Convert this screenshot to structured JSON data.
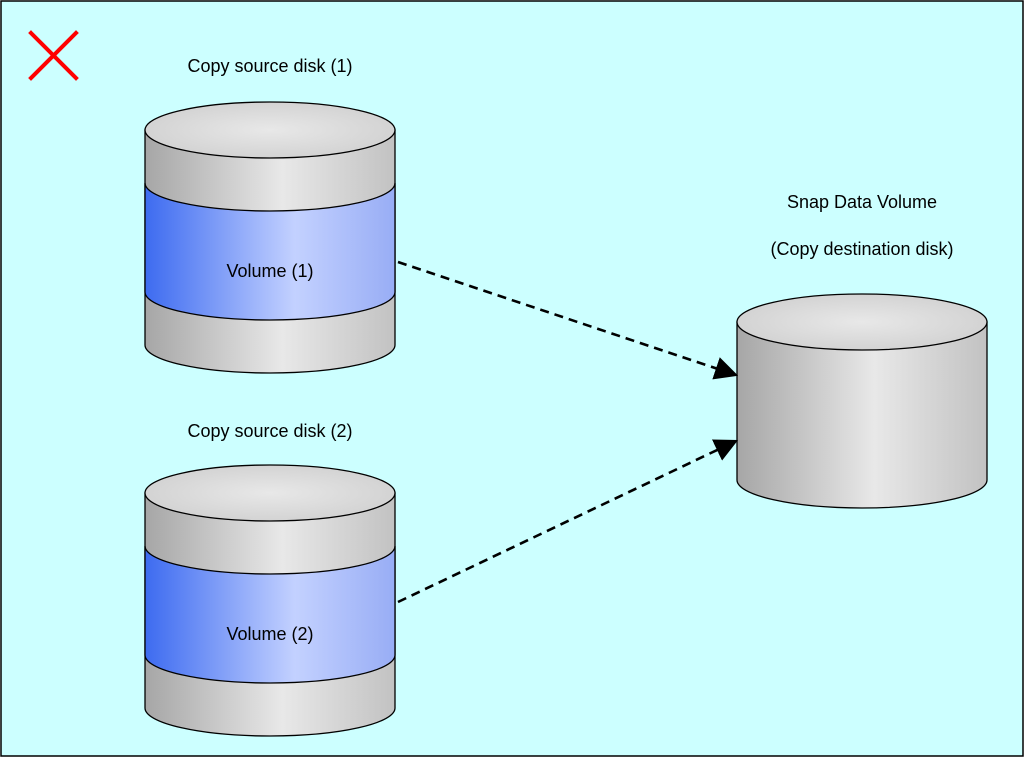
{
  "colors": {
    "background": "#ccffff",
    "border": "#000000",
    "cross_mark": "#ff0000",
    "disk_gray_dark": "#a6a6a6",
    "disk_gray_light": "#e6e6e6",
    "volume_blue_dark": "#3d6bf0",
    "volume_blue_light": "#c3d1ff",
    "arrow": "#000000"
  },
  "status_mark": {
    "icon": "cross-icon",
    "meaning": "invalid configuration"
  },
  "source_disks": [
    {
      "label": "Copy source disk (1)",
      "volume_label": "Volume (1)"
    },
    {
      "label": "Copy source disk (2)",
      "volume_label": "Volume (2)"
    }
  ],
  "destination": {
    "label_line1": "Snap Data Volume",
    "label_line2": "(Copy destination disk)"
  },
  "arrows": [
    {
      "from": "Volume (1)",
      "to": "Snap Data Volume",
      "style": "dashed"
    },
    {
      "from": "Volume (2)",
      "to": "Snap Data Volume",
      "style": "dashed"
    }
  ]
}
